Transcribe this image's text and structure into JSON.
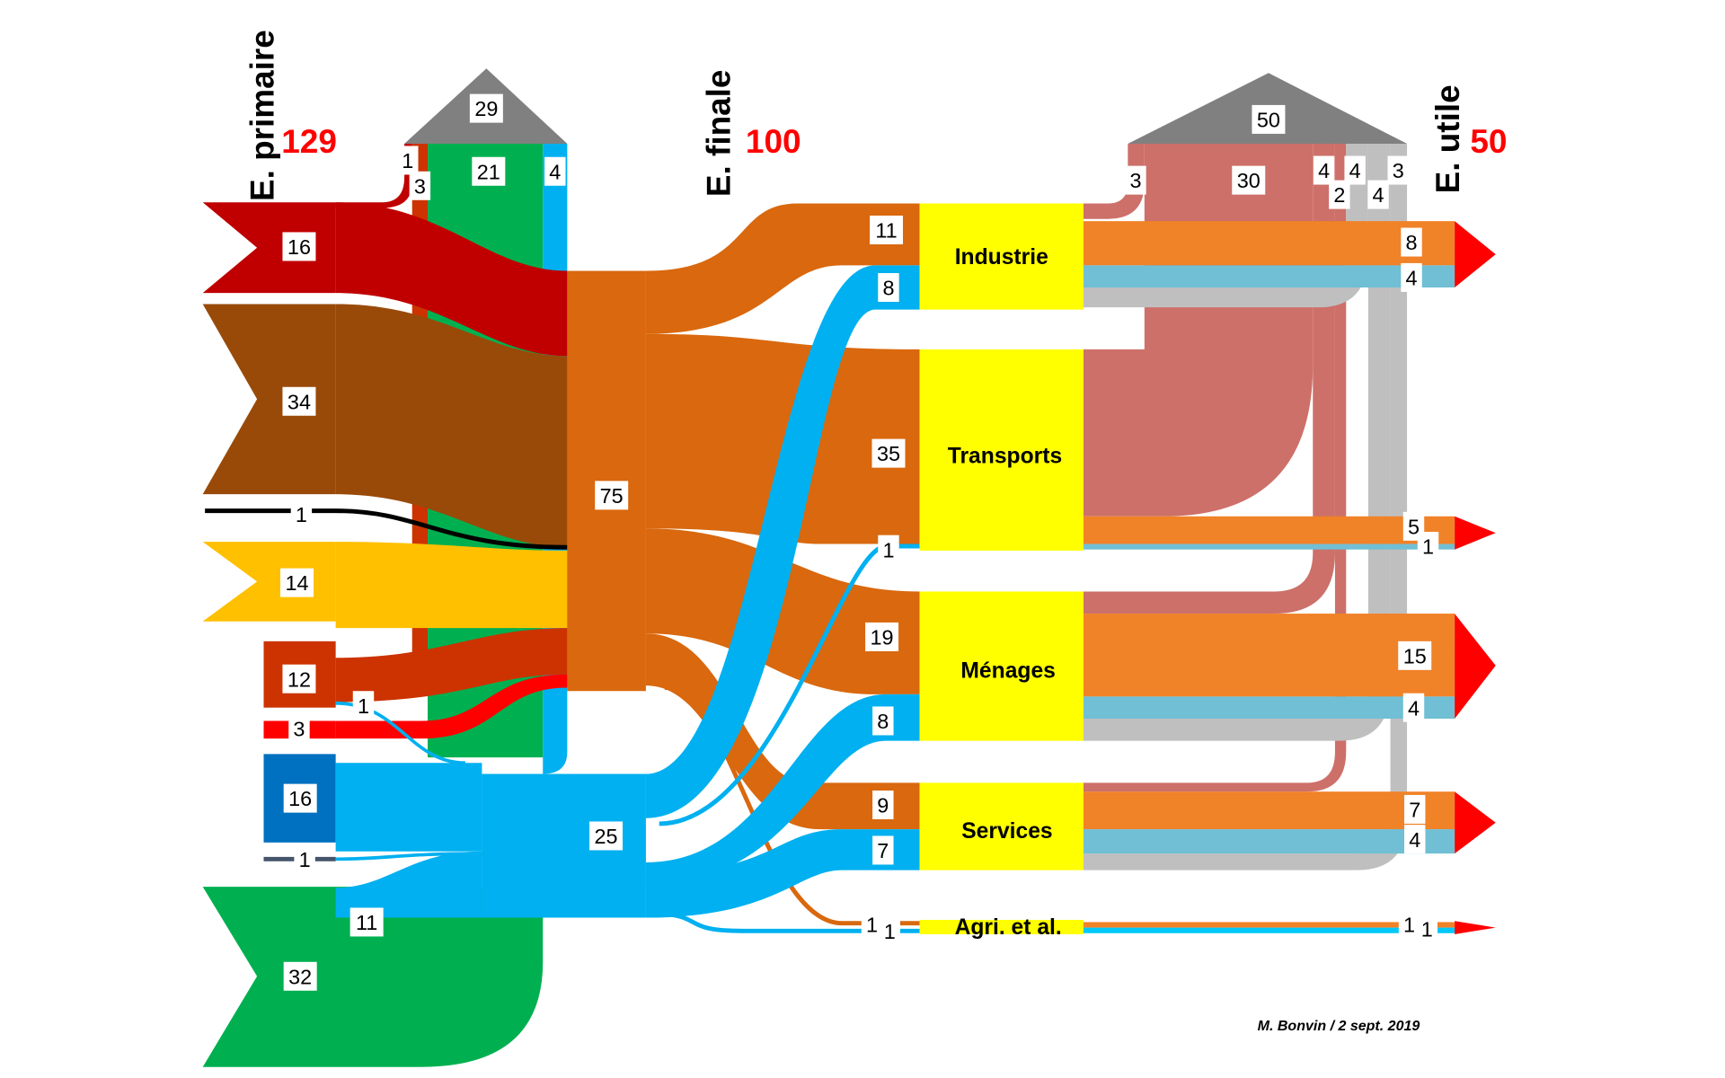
{
  "titles": {
    "primary": "E. primaire",
    "primary_total": "129",
    "final": "E. finale",
    "final_total": "100",
    "useful": "E. utile",
    "useful_total": "50"
  },
  "primary_sources": {
    "red": "16",
    "brown": "34",
    "black": "1",
    "yellow": "14",
    "orange_red": "12",
    "bright_red": "3",
    "blue_small": "1",
    "dark_blue": "16",
    "slate": "1",
    "green": "32",
    "green_to_blue": "11"
  },
  "conversion_losses": {
    "total": "29",
    "red_top": "1",
    "red_strip": "3",
    "green": "21",
    "blue": "4"
  },
  "final_nodes": {
    "orange": "75",
    "blue": "25"
  },
  "sectors": [
    {
      "name": "Industrie",
      "in_orange": "11",
      "in_blue": "8",
      "out_orange": "8",
      "out_blue": "4"
    },
    {
      "name": "Transports",
      "in_orange": "35",
      "in_blue": "1",
      "out_orange": "5",
      "out_blue": "1"
    },
    {
      "name": "Ménages",
      "in_orange": "19",
      "in_blue": "8",
      "out_orange": "15",
      "out_blue": "4"
    },
    {
      "name": "Services",
      "in_orange": "9",
      "in_blue": "7",
      "out_orange": "7",
      "out_blue": "4"
    },
    {
      "name": "Agri. et al.",
      "in_orange": "1",
      "in_blue": "1",
      "out_orange": "1",
      "out_blue": "1"
    }
  ],
  "use_losses": {
    "total": "50",
    "industrie": "3",
    "transports": "30",
    "menages": "4",
    "services": "2",
    "gray_a": "4",
    "gray_b": "4",
    "gray_c": "3"
  },
  "credit": "M. Bonvin / 2 sept. 2019",
  "colors": {
    "red": "#c00000",
    "brown": "#994a09",
    "yellow": "#ffc000",
    "orange_red": "#cc3300",
    "blue": "#00b0f0",
    "dark_blue": "#0070c0",
    "green": "#00b050",
    "final_orange": "#d9680e",
    "sector": "#ffff00",
    "useful_orange": "#f08228",
    "useful_blue": "#70bfd4",
    "loss_salmon": "#cd7069",
    "loss_gray": "#bfbfbf",
    "roof_gray": "#808080",
    "arrow_red": "#ff0000"
  }
}
